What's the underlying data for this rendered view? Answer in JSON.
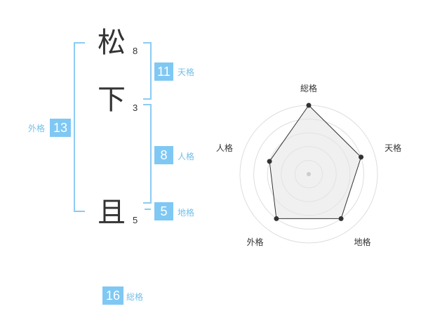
{
  "name": {
    "chars": [
      {
        "char": "松",
        "strokes": "8"
      },
      {
        "char": "下",
        "strokes": "3"
      },
      {
        "char": "且",
        "strokes": "5"
      }
    ]
  },
  "fortunes": {
    "tenkaku": {
      "value": "11",
      "label": "天格"
    },
    "jinkaku": {
      "value": "8",
      "label": "人格"
    },
    "chikaku": {
      "value": "5",
      "label": "地格"
    },
    "gaikaku": {
      "value": "13",
      "label": "外格"
    },
    "soukaku": {
      "value": "16",
      "label": "総格"
    }
  },
  "colors": {
    "accent": "#7fc8f4",
    "bracket": "#8ccbf2",
    "label": "#74bfe8",
    "text": "#333333",
    "radar_fill": "#f2f2f2",
    "radar_ring": "#dddddd"
  },
  "chart_data": {
    "type": "radar",
    "axes": [
      "総格",
      "天格",
      "地格",
      "外格",
      "人格"
    ],
    "values": [
      5,
      4,
      4,
      4,
      3
    ],
    "max": 5,
    "rings": 5,
    "series": [
      {
        "values": [
          5,
          4,
          4,
          4,
          3
        ]
      }
    ]
  }
}
